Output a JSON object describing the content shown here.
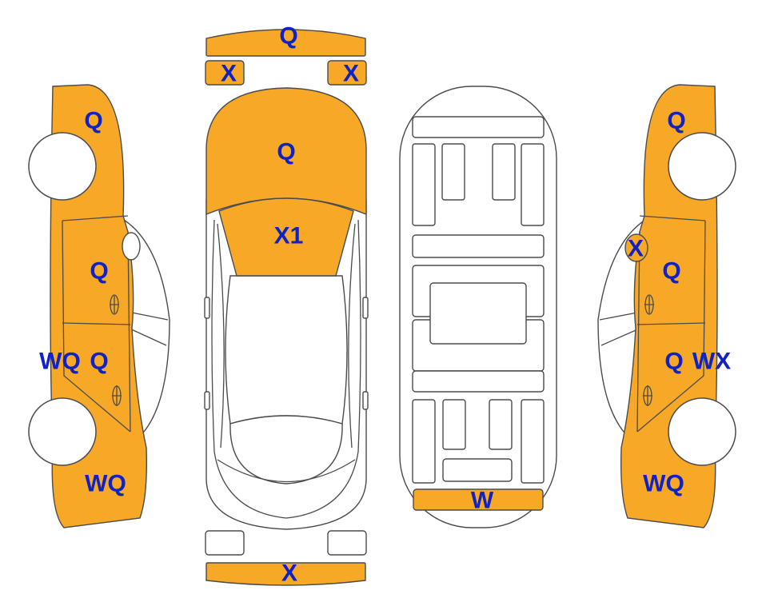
{
  "colors": {
    "damage_fill": "#f7a827",
    "outline": "#4b4b4b",
    "label": "#0f22c4",
    "background": "#ffffff"
  },
  "labels": {
    "front_bumper": "Q",
    "front_left_corner": "X",
    "front_right_corner": "X",
    "hood": "Q",
    "windshield": "X1",
    "rear_bumper": "X",
    "trunk_step": "W",
    "left_front_fender": "Q",
    "left_front_door": "Q",
    "left_rear_door": "Q",
    "left_rocker": "WQ",
    "left_rear_quarter": "WQ",
    "right_front_fender": "Q",
    "right_mirror": "X",
    "right_front_door": "Q",
    "right_rear_door": "Q",
    "right_rocker": "WX",
    "right_rear_quarter": "WQ"
  }
}
